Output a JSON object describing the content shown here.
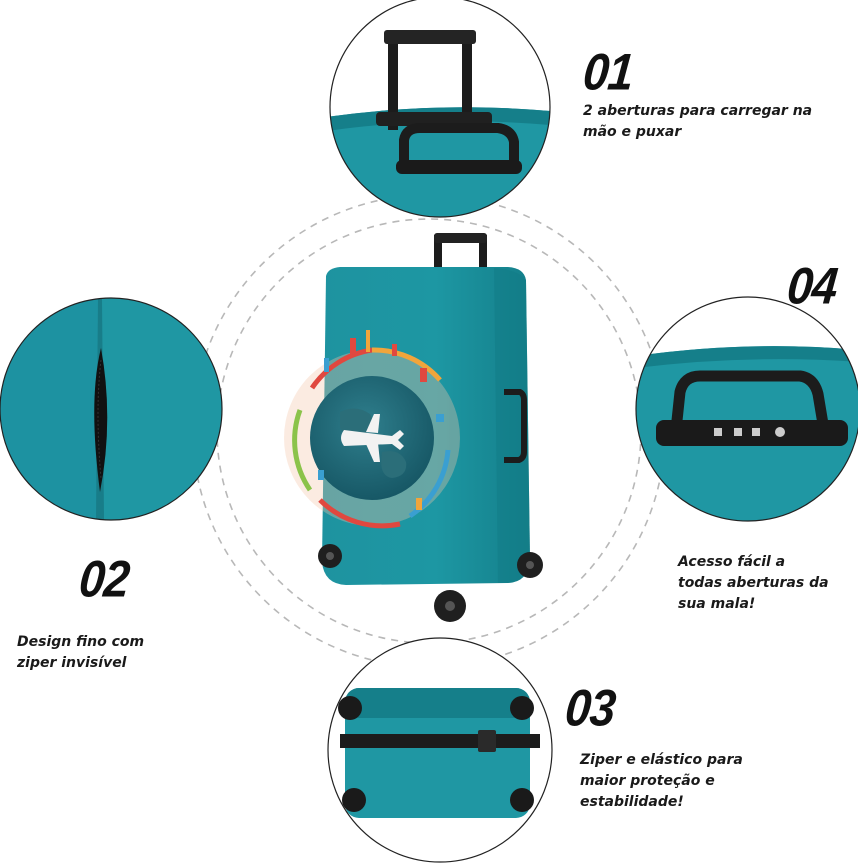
{
  "features": [
    {
      "number": "01",
      "text": [
        "2 aberturas para carregar na",
        "mão e puxar"
      ]
    },
    {
      "number": "02",
      "text": [
        "Design fino com",
        "ziper invisível"
      ]
    },
    {
      "number": "03",
      "text": [
        "Ziper e elástico para",
        "maior proteção e",
        "estabilidade!"
      ]
    },
    {
      "number": "04",
      "text": [
        "Acesso fácil a",
        "todas aberturas da",
        "sua mala!"
      ]
    }
  ],
  "colors": {
    "cover_teal": "#1f97a3",
    "cover_teal_dark": "#137c87",
    "handle_black": "#1c1c1c",
    "dashed_ring": "#b8b8b8",
    "text": "#111111"
  },
  "icons": [
    "airplane-icon",
    "globe-icon"
  ]
}
